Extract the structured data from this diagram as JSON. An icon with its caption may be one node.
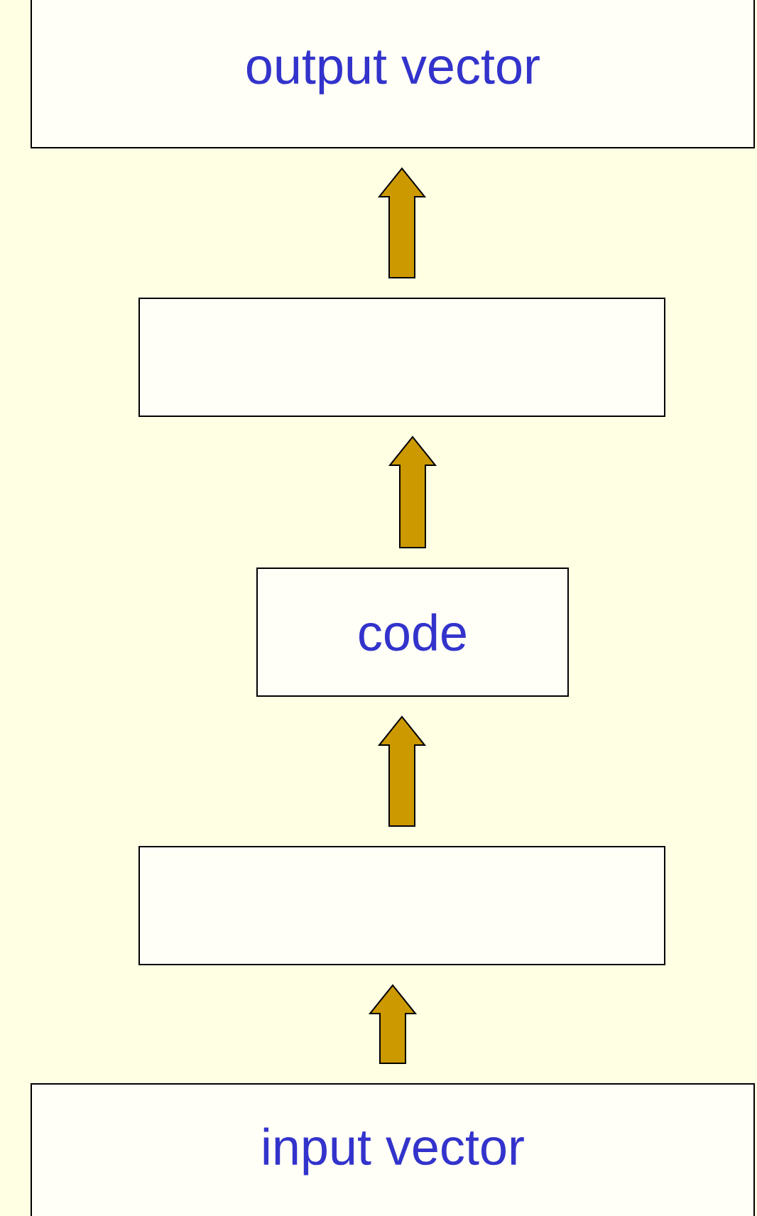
{
  "diagram": {
    "nodes": [
      {
        "text": [
          "output vector"
        ]
      },
      {
        "text": [],
        "shape": "box"
      },
      {
        "text": [
          "code"
        ]
      },
      {
        "text": [],
        "shape": "box"
      },
      {
        "text": [
          "input vector"
        ]
      }
    ],
    "edges": [
      {
        "from": 4,
        "to": 3,
        "arrow": "to"
      },
      {
        "from": 3,
        "to": 2,
        "arrow": "to"
      },
      {
        "from": 2,
        "to": 1,
        "arrow": "to"
      },
      {
        "from": 1,
        "to": 0,
        "arrow": "to"
      }
    ]
  }
}
